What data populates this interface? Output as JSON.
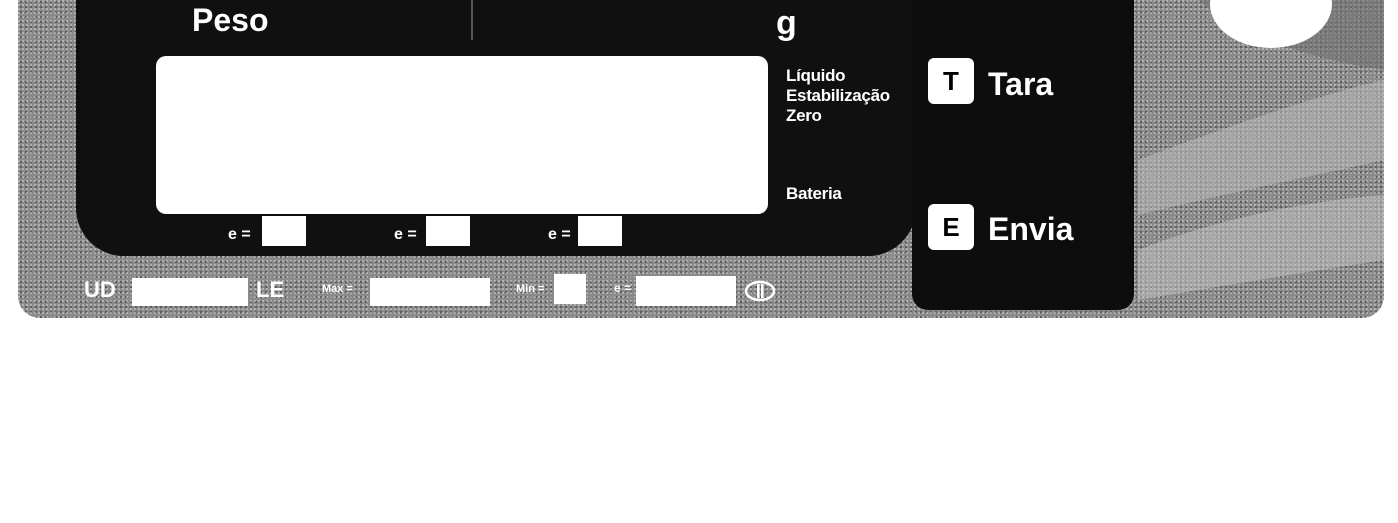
{
  "display": {
    "label_left": "Peso",
    "unit": "g",
    "indicators": [
      "Líquido",
      "Estabilização",
      "Zero",
      "Bateria"
    ],
    "e_labels": [
      "e =",
      "e =",
      "e ="
    ]
  },
  "keys": [
    {
      "key": "T",
      "label": "Tara"
    },
    {
      "key": "E",
      "label": "Envia"
    }
  ],
  "bottom": {
    "ud": "UD",
    "le": "LE",
    "max": "Max =",
    "min": "Min =",
    "e": "e ="
  },
  "icons": {
    "inmetro": "inmetro-logo-icon"
  },
  "colors": {
    "panel_bg": "#8a8a8a",
    "display_bg": "#101010",
    "key_bg": "#ffffff"
  }
}
